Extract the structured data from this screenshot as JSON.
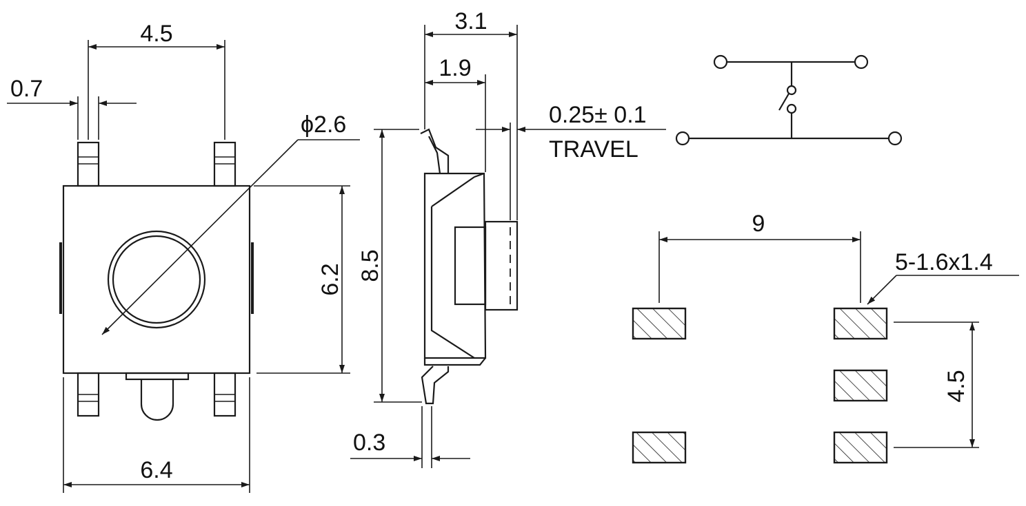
{
  "dimensions": {
    "pin_pitch_top": "4.5",
    "pin_width": "0.7",
    "actuator_diameter": "ϕ2.6",
    "body_height": "6.2",
    "body_width": "6.4",
    "overall_depth": "3.1",
    "body_depth": "1.9",
    "travel_value": "0.25± 0.1",
    "travel_label": "TRAVEL",
    "overall_length": "8.5",
    "terminal_thickness": "0.3",
    "pad_pitch_horizontal": "9",
    "pad_spec": "5-1.6x1.4",
    "pad_pitch_vertical": "4.5"
  },
  "colors": {
    "line": "#1a1a1a",
    "background": "#ffffff"
  }
}
